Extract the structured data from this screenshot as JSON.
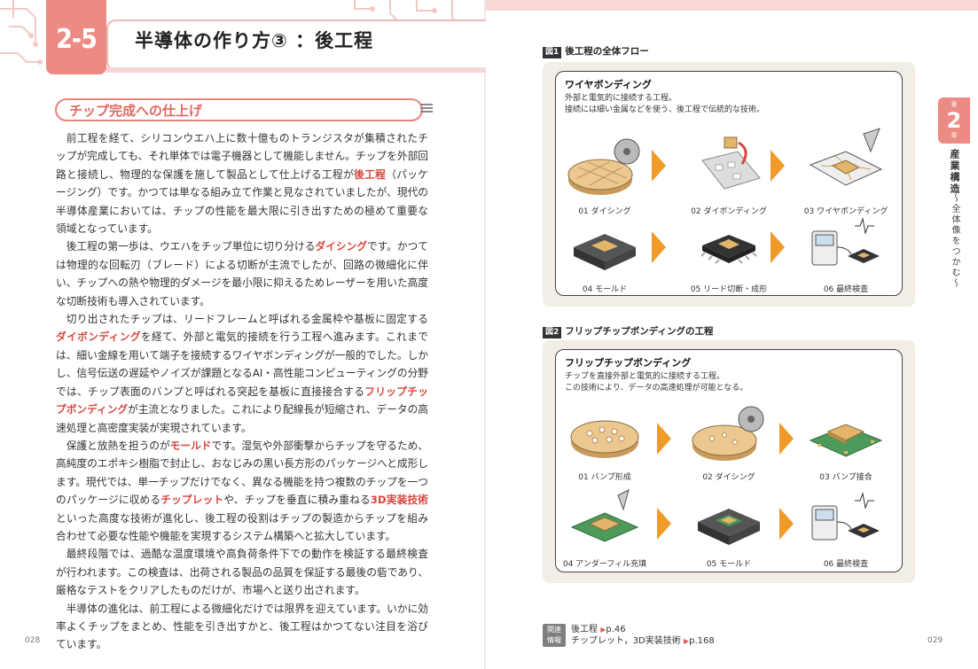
{
  "section": {
    "number": "2-5",
    "title": "半導体の作り方③ ：後工程"
  },
  "subhead": "チップ完成への仕上げ",
  "body": {
    "p1_a": "前工程を経て、シリコンウエハ上に数十億ものトランジスタが集積されたチップが完成しても、それ単体では電子機器として機能しません。チップを外部回路と接続し、物理的な保護を施して製品として仕上げる工程が",
    "p1_kw": "後工程",
    "p1_b": "（パッケージング）です。かつては単なる組み立て作業と見なされていましたが、現代の半導体産業においては、チップの性能を最大限に引き出すための極めて重要な領域となっています。",
    "p2_a": "後工程の第一歩は、ウエハをチップ単位に切り分ける",
    "p2_kw": "ダイシング",
    "p2_b": "です。かつては物理的な回転刃（ブレード）による切断が主流でしたが、回路の微細化に伴い、チップへの熱や物理的ダメージを最小限に抑えるためレーザーを用いた高度な切断技術も導入されています。",
    "p3_a": "切り出されたチップは、リードフレームと呼ばれる金属枠や基板に固定する",
    "p3_kw1": "ダイボンディング",
    "p3_b": "を経て、外部と電気的接続を行う工程へ進みます。これまでは、細い金線を用いて端子を接続するワイヤボンディングが一般的でした。しかし、信号伝送の遅延やノイズが課題となるAI・高性能コンピューティングの分野では、チップ表面のバンプと呼ばれる突起を基板に直接接合する",
    "p3_kw2": "フリップチップボンディング",
    "p3_c": "が主流となりました。これにより配線長が短縮され、データの高速処理と高密度実装が実現されています。",
    "p4_a": "保護と放熱を担うのが",
    "p4_kw1": "モールド",
    "p4_b": "です。湿気や外部衝撃からチップを守るため、高純度のエポキシ樹脂で封止し、おなじみの黒い長方形のパッケージへと成形します。現代では、単一チップだけでなく、異なる機能を持つ複数のチップを一つのパッケージに収める",
    "p4_kw2": "チップレット",
    "p4_c": "や、チップを垂直に積み重ねる",
    "p4_kw3": "3D実装技術",
    "p4_d": "といった高度な技術が進化し、後工程の役割はチップの製造からチップを組み合わせて必要な性能や機能を実現するシステム構築へと拡大しています。",
    "p5": "最終段階では、過酷な温度環境や高負荷条件下での動作を検証する最終検査が行われます。この検査は、出荷される製品の品質を保証する最後の砦であり、厳格なテストをクリアしたものだけが、市場へと送り出されます。",
    "p6": "半導体の進化は、前工程による微細化だけでは限界を迎えています。いかに効率よくチップをまとめ、性能を引き出すかと、後工程はかつてない注目を浴びています。"
  },
  "folio": {
    "left": "028",
    "right": "029"
  },
  "figure1": {
    "tag": "図1",
    "caption": "後工程の全体フロー",
    "heading": "ワイヤボンディング",
    "desc1": "外部と電気的に接続する工程。",
    "desc2": "接続には細い金属などを使う、後工程で伝統的な技術。",
    "steps": [
      "01 ダイシング",
      "02 ダイボンディング",
      "03 ワイヤボンディング",
      "04 モールド",
      "05 リード切断・成形",
      "06 最終検査"
    ]
  },
  "figure2": {
    "tag": "図2",
    "caption": "フリップチップボンディングの工程",
    "heading": "フリップチップボンディング",
    "desc1": "チップを直接外部と電気的に接続する工程。",
    "desc2": "この技術により、データの高速処理が可能となる。",
    "steps": [
      "01 バンプ形成",
      "02 ダイシング",
      "03 バンプ接合",
      "04 アンダーフィル充填",
      "05 モールド",
      "06 最終検査"
    ]
  },
  "chapter": {
    "label_top": "第",
    "number": "2",
    "label_bottom": "章",
    "title": "産業構造",
    "subtitle": "〜全体像をつかむ〜"
  },
  "related": {
    "badge_line1": "関連",
    "badge_line2": "情報",
    "line1_text": "後工程",
    "line1_page": "p.46",
    "line2_text": "チップレット，3D実装技術",
    "line2_page": "p.168"
  },
  "colors": {
    "accent": "#ec8a84",
    "keyword": "#d8463d",
    "arrow": "#f09a2a",
    "panel": "#f2eee5"
  }
}
